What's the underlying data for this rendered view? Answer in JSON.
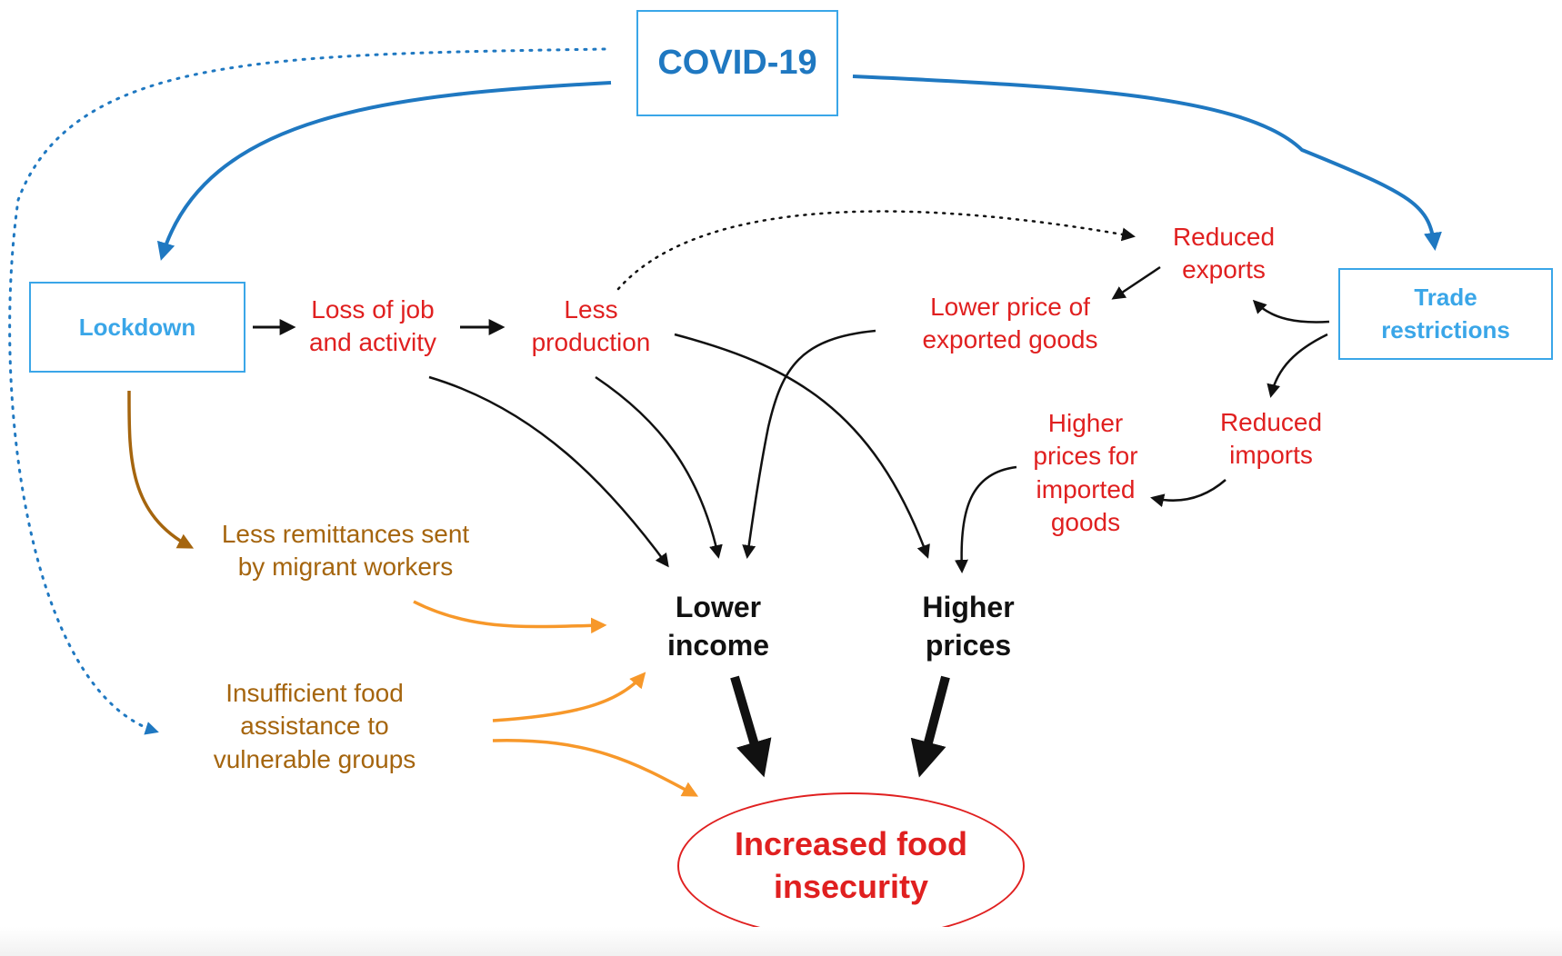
{
  "nodes": {
    "covid": {
      "label": "COVID-19"
    },
    "lockdown": {
      "label": "Lockdown"
    },
    "trade": {
      "lines": [
        "Trade",
        "restrictions"
      ]
    },
    "loss_job": {
      "lines": [
        "Loss of job",
        "and activity"
      ]
    },
    "less_production": {
      "lines": [
        "Less",
        "production"
      ]
    },
    "reduced_exports": {
      "lines": [
        "Reduced",
        "exports"
      ]
    },
    "lower_price_exported": {
      "lines": [
        "Lower price of",
        "exported goods"
      ]
    },
    "reduced_imports": {
      "lines": [
        "Reduced",
        "imports"
      ]
    },
    "higher_prices_imported": {
      "lines": [
        "Higher",
        "prices for",
        "imported",
        "goods"
      ]
    },
    "less_remittances": {
      "lines": [
        "Less remittances sent",
        "by migrant workers"
      ]
    },
    "insufficient_food": {
      "lines": [
        "Insufficient food",
        "assistance to",
        "vulnerable groups"
      ]
    },
    "lower_income": {
      "lines": [
        "Lower",
        "income"
      ]
    },
    "higher_prices": {
      "lines": [
        "Higher",
        "prices"
      ]
    },
    "food_insecurity": {
      "lines": [
        "Increased food",
        "insecurity"
      ]
    }
  },
  "colors": {
    "covid_blue": "#1f78c1",
    "box_blue": "#3aa6e8",
    "red": "#e02020",
    "brown": "#a5650e",
    "orange": "#f7982a",
    "black": "#111111"
  },
  "edges": [
    {
      "from": "covid",
      "to": "lockdown",
      "style": "solid",
      "color": "covid_blue"
    },
    {
      "from": "covid",
      "to": "trade",
      "style": "solid",
      "color": "covid_blue"
    },
    {
      "from": "covid",
      "to": "insufficient_food",
      "style": "dotted",
      "color": "covid_blue"
    },
    {
      "from": "lockdown",
      "to": "loss_job",
      "style": "solid",
      "color": "black"
    },
    {
      "from": "loss_job",
      "to": "less_production",
      "style": "solid",
      "color": "black"
    },
    {
      "from": "less_production",
      "to": "reduced_exports",
      "style": "dotted",
      "color": "black"
    },
    {
      "from": "trade",
      "to": "reduced_exports",
      "style": "solid",
      "color": "black"
    },
    {
      "from": "trade",
      "to": "reduced_imports",
      "style": "solid",
      "color": "black"
    },
    {
      "from": "reduced_exports",
      "to": "lower_price_exported",
      "style": "solid",
      "color": "black"
    },
    {
      "from": "reduced_imports",
      "to": "higher_prices_imported",
      "style": "solid",
      "color": "black"
    },
    {
      "from": "loss_job",
      "to": "lower_income",
      "style": "solid",
      "color": "black"
    },
    {
      "from": "less_production",
      "to": "lower_income",
      "style": "solid",
      "color": "black"
    },
    {
      "from": "less_production",
      "to": "higher_prices",
      "style": "solid",
      "color": "black"
    },
    {
      "from": "lower_price_exported",
      "to": "lower_income",
      "style": "solid",
      "color": "black"
    },
    {
      "from": "higher_prices_imported",
      "to": "higher_prices",
      "style": "solid",
      "color": "black"
    },
    {
      "from": "lockdown",
      "to": "less_remittances",
      "style": "solid",
      "color": "brown"
    },
    {
      "from": "less_remittances",
      "to": "lower_income",
      "style": "solid",
      "color": "orange"
    },
    {
      "from": "insufficient_food",
      "to": "lower_income",
      "style": "solid",
      "color": "orange"
    },
    {
      "from": "insufficient_food",
      "to": "food_insecurity",
      "style": "solid",
      "color": "orange"
    },
    {
      "from": "lower_income",
      "to": "food_insecurity",
      "style": "heavy",
      "color": "black"
    },
    {
      "from": "higher_prices",
      "to": "food_insecurity",
      "style": "heavy",
      "color": "black"
    }
  ]
}
